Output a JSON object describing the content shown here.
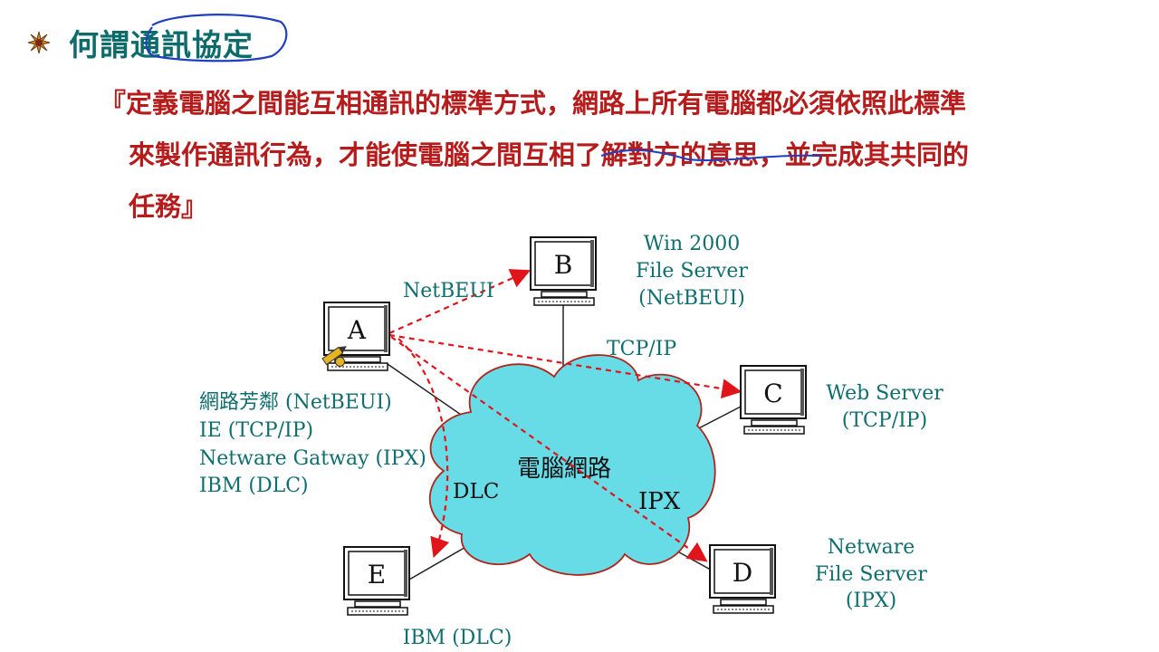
{
  "heading": {
    "title": "何謂通訊協定"
  },
  "definition": {
    "line1": "『定義電腦之間能互相通訊的標準方式，網路上所有電腦都必須依照此標準",
    "line2": "來製作通訊行為，才能使電腦之間互相了解對方的意思，並完成其共同的",
    "line3": "任務』"
  },
  "diagram": {
    "cloud_label": "電腦網路",
    "computers": {
      "A": "A",
      "B": "B",
      "C": "C",
      "D": "D",
      "E": "E"
    },
    "protocol_labels": {
      "netbeui": "NetBEUI",
      "tcpip": "TCP/IP",
      "dlc": "DLC",
      "ipx": "IPX"
    },
    "server_b": [
      "Win 2000",
      "File Server",
      "(NetBEUI)"
    ],
    "server_c": [
      "Web Server",
      "(TCP/IP)"
    ],
    "server_d": [
      "Netware",
      "File Server",
      "(IPX)"
    ],
    "server_e": [
      "IBM (DLC)"
    ],
    "client_a": [
      "網路芳鄰 (NetBEUI)",
      "IE (TCP/IP)",
      "Netware Gatway (IPX)",
      "IBM (DLC)"
    ]
  },
  "colors": {
    "title": "#0c6b6b",
    "definition": "#b71c1c",
    "cloud_fill": "#67dce6",
    "cloud_stroke": "#b0241b",
    "arrow": "#e0141b",
    "label": "#0f6e6e",
    "annotation": "#1f3fbf"
  }
}
